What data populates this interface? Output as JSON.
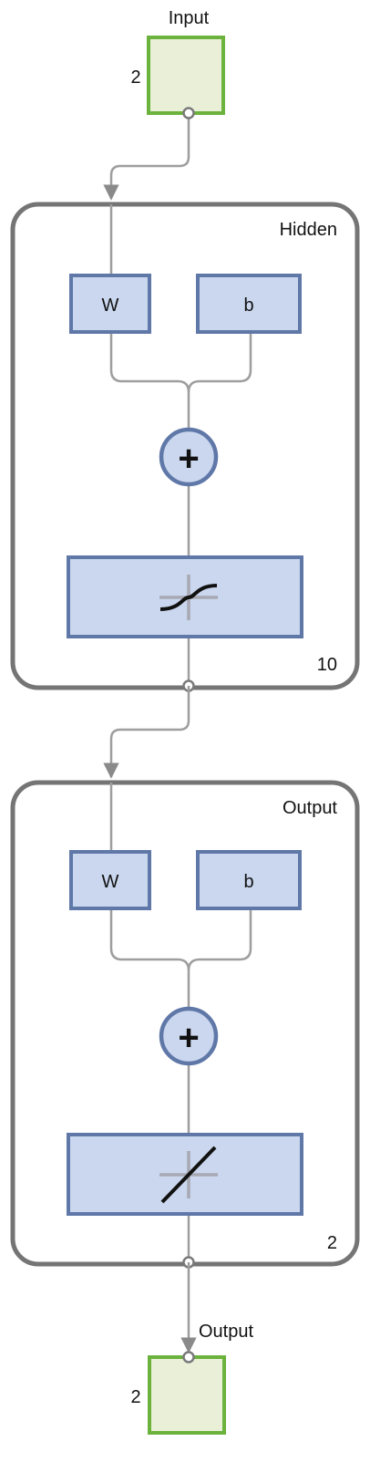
{
  "diagram": {
    "input": {
      "label": "Input",
      "size": "2"
    },
    "hidden": {
      "title": "Hidden",
      "weight_label": "W",
      "bias_label": "b",
      "sum_symbol": "+",
      "neurons": "10",
      "transfer": "sigmoid-curve-icon"
    },
    "output_layer": {
      "title": "Output",
      "weight_label": "W",
      "bias_label": "b",
      "sum_symbol": "+",
      "neurons": "2",
      "transfer": "linear-line-icon"
    },
    "output": {
      "label": "Output",
      "size": "2"
    },
    "colors": {
      "io_fill": "#eaf0d8",
      "io_border": "#6bb33c",
      "block_fill": "#cad7ee",
      "block_border": "#5f78a8",
      "layer_border": "#757575",
      "wire": "#9e9e9e"
    }
  }
}
